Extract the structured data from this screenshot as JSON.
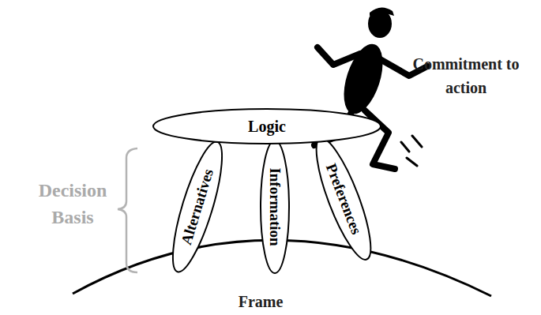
{
  "diagram": {
    "nodes": [
      {
        "text": [
          "Logic"
        ]
      },
      {
        "text": [
          "Alternatives"
        ]
      },
      {
        "text": [
          "Information"
        ]
      },
      {
        "text": [
          "Preferences"
        ]
      }
    ],
    "labels": [
      "Commitment to action",
      "Decision Basis",
      "Frame"
    ]
  }
}
